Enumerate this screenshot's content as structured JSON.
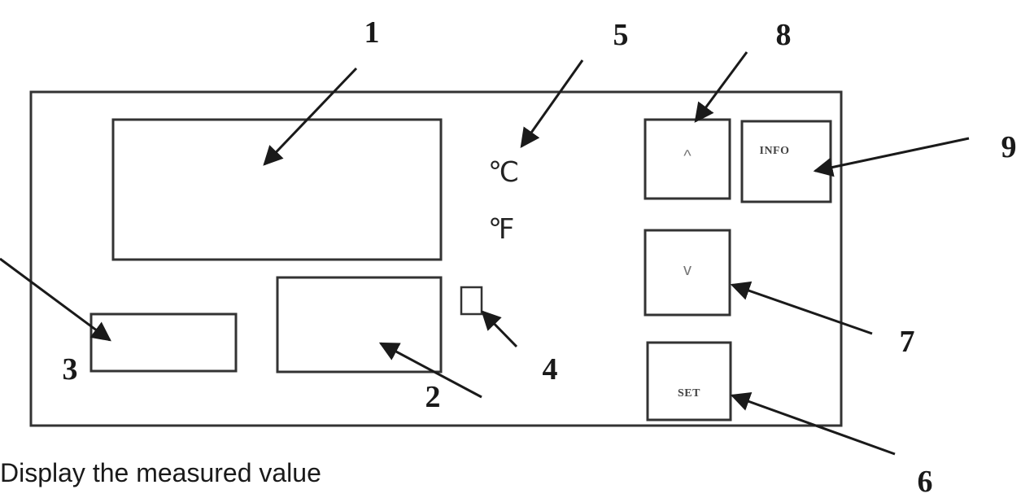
{
  "caption": "Display the measured value",
  "units": {
    "celsius": "℃",
    "fahrenheit": "℉"
  },
  "keys": {
    "up": "^",
    "down": "v",
    "info": "INFO",
    "set": "SET"
  },
  "callouts": {
    "n1": "1",
    "n2": "2",
    "n3": "3",
    "n4": "4",
    "n5": "5",
    "n6": "6",
    "n7": "7",
    "n8": "8",
    "n9": "9"
  }
}
